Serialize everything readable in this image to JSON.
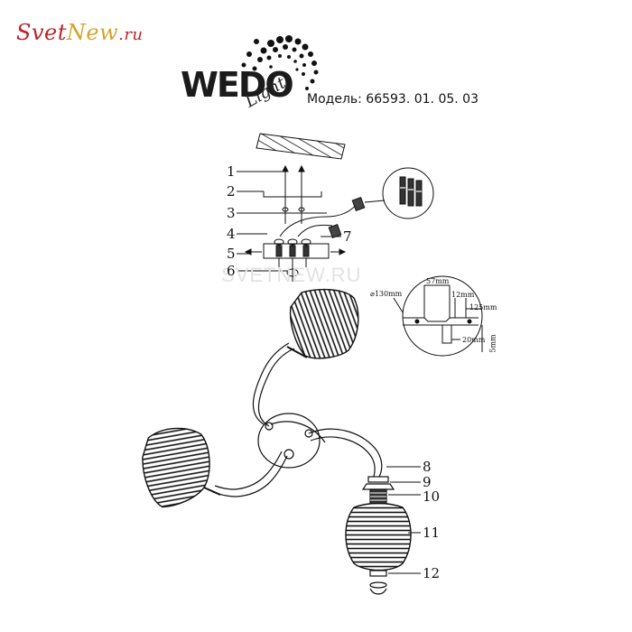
{
  "site_logo": {
    "part1": "Svet",
    "part2": "New",
    "part3": ".ru"
  },
  "brand": {
    "name": "WEDO",
    "sub": "Light"
  },
  "model_label": "Модель: 66593. 01. 05. 03",
  "watermark": "SVETNEW.RU",
  "callouts": [
    "1",
    "2",
    "3",
    "4",
    "5",
    "6",
    "7",
    "8",
    "9",
    "10",
    "11",
    "12"
  ],
  "dimensions": {
    "d1": "⌀130mm",
    "d2": "57mm",
    "d3": "12mm",
    "d4": "125mm",
    "d5": "20mm",
    "d6": "5mm"
  },
  "colors": {
    "logo_red": "#b8262d",
    "logo_gold": "#d4a52a",
    "line": "#111111"
  }
}
